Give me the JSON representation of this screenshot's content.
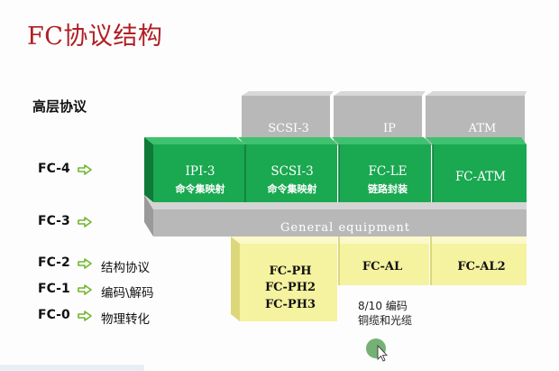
{
  "title": "FC协议结构",
  "left_labels": {
    "upper": "高层协议",
    "fc4": "FC-4",
    "fc3": "FC-3",
    "fc2": "FC-2",
    "fc1": "FC-1",
    "fc0": "FC-0"
  },
  "left_descriptions": {
    "fc2": "结构协议",
    "fc1": "编码\\解码",
    "fc0": "物理转化"
  },
  "upper_boxes": [
    "SCSI-3",
    "IP",
    "ATM"
  ],
  "fc4_boxes": [
    {
      "line1": "IPI-3",
      "line2": "命令集映射"
    },
    {
      "line1": "SCSI-3",
      "line2": "命令集映射"
    },
    {
      "line1": "FC-LE",
      "line2": "链路封装"
    },
    {
      "line1": "FC-ATM",
      "line2": ""
    }
  ],
  "fc3_bar": "General equipment",
  "lower_boxes": {
    "ph": [
      "FC-PH",
      "FC-PH2",
      "FC-PH3"
    ],
    "al": "FC-AL",
    "al2": "FC-AL2"
  },
  "encoding_note": {
    "line1": "8/10 编码",
    "line2": "铜缆和光缆"
  },
  "colors": {
    "title": "#b01e23",
    "green_front": "#1aa851",
    "green_top": "#3fc26f",
    "green_side": "#0f7a3a",
    "gray_front": "#b8b8b8",
    "gray_top": "#d4d4d4",
    "gray_side": "#9a9a9a",
    "yellow_front": "#f5f2a0",
    "yellow_top": "#fbf9c9",
    "yellow_side": "#dcd87a",
    "arrow": "#6fb62f",
    "cursor_dot": "#5da35d"
  }
}
